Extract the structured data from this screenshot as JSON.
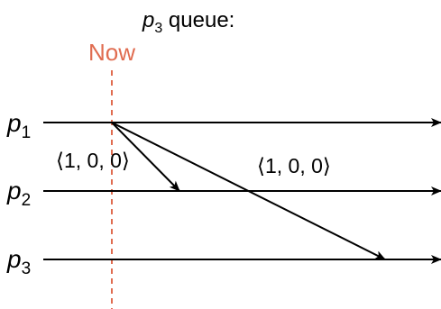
{
  "title": {
    "process": "p",
    "process_sub": "3",
    "suffix": " queue:"
  },
  "now_label": "Now",
  "processes": [
    {
      "name": "p",
      "sub": "1"
    },
    {
      "name": "p",
      "sub": "2"
    },
    {
      "name": "p",
      "sub": "3"
    }
  ],
  "messages": [
    {
      "from": "p1",
      "to": "p2",
      "label": "⟨1, 0, 0⟩"
    },
    {
      "from": "p1",
      "to": "p3",
      "label": "⟨1, 0, 0⟩"
    }
  ],
  "colors": {
    "now": "#e06c50",
    "ink": "#000000"
  }
}
